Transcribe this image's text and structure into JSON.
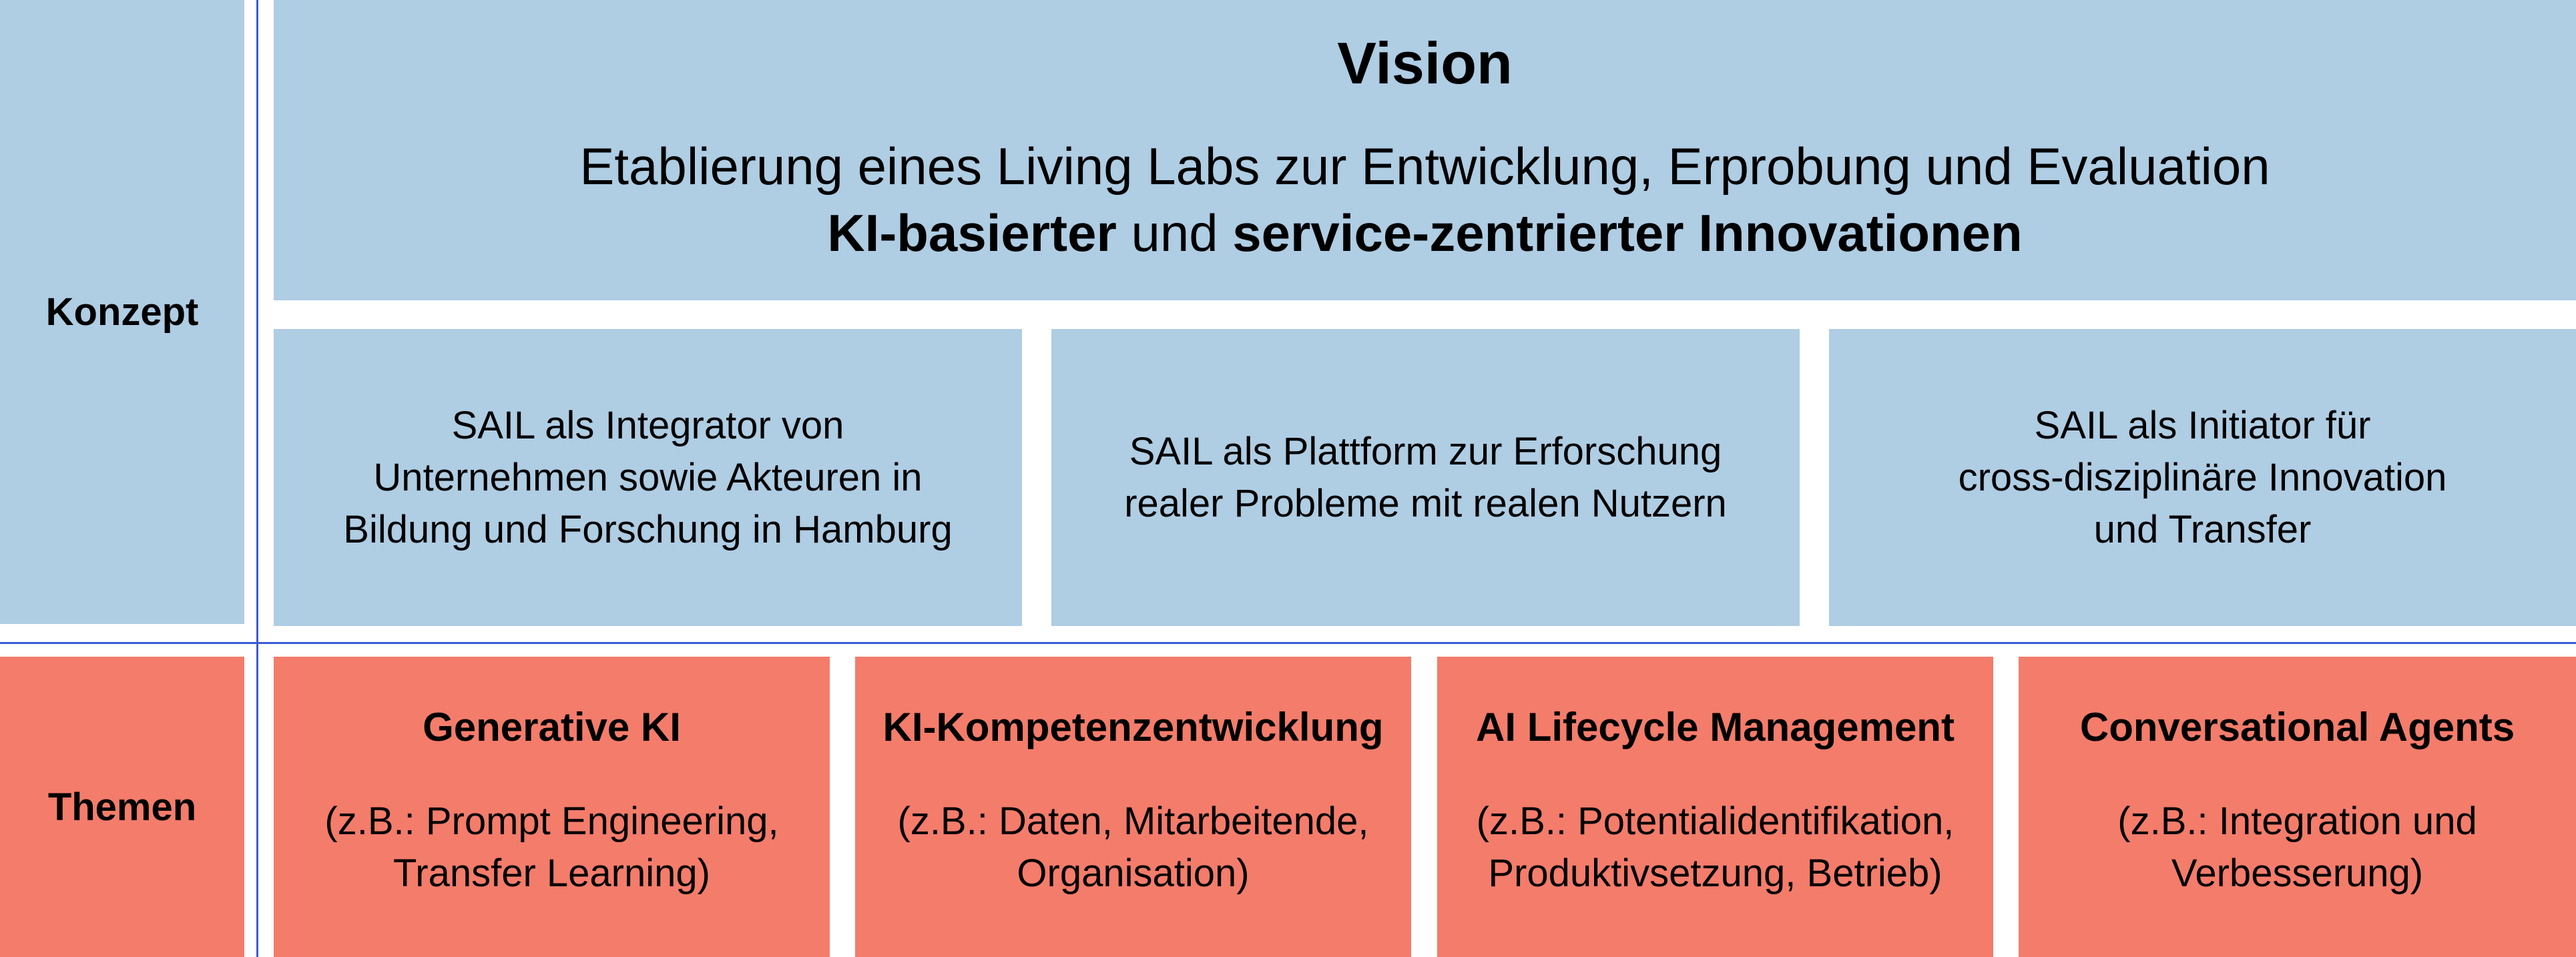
{
  "rows": {
    "konzept_label": "Konzept",
    "themen_label": "Themen"
  },
  "vision": {
    "title": "Vision",
    "line1": "Etablierung eines Living Labs zur Entwicklung, Erprobung und Evaluation",
    "line2_bold_a": "KI-basierter",
    "line2_mid": " und ",
    "line2_bold_b": "service-zentrierter Innovationen"
  },
  "pillars": [
    {
      "lines": [
        "SAIL als Integrator von",
        "Unternehmen sowie Akteuren in",
        "Bildung und Forschung in Hamburg"
      ]
    },
    {
      "lines": [
        "SAIL als Plattform zur Erforschung",
        "realer Probleme mit realen Nutzern"
      ]
    },
    {
      "lines": [
        "SAIL als Initiator für",
        "cross-disziplinäre Innovation",
        "und Transfer"
      ]
    }
  ],
  "themes": [
    {
      "title": "Generative KI",
      "desc": [
        "(z.B.: Prompt Engineering,",
        "Transfer Learning)"
      ]
    },
    {
      "title": "KI-Kompetenzentwicklung",
      "desc": [
        "(z.B.: Daten, Mitarbeitende,",
        "Organisation)"
      ]
    },
    {
      "title": "AI Lifecycle Management",
      "desc": [
        "(z.B.: Potentialidentifikation,",
        "Produktivsetzung, Betrieb)"
      ]
    },
    {
      "title": "Conversational Agents",
      "desc": [
        "(z.B.: Integration und",
        "Verbesserung)"
      ]
    }
  ],
  "colors": {
    "konzept_fill": "#afcde3",
    "themen_fill": "#f47c6b",
    "divider": "#3b5bd6"
  }
}
